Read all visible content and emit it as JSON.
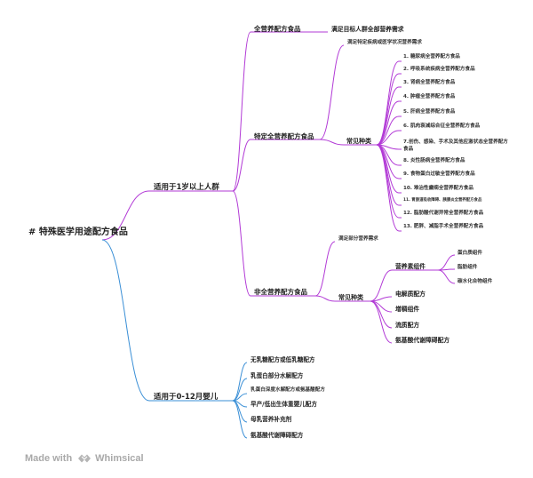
{
  "root": "# 特殊医学用途配方食品",
  "branch_over1": {
    "label": "适用于1岁以上人群",
    "full": {
      "label": "全营养配方食品",
      "desc": "满足目标人群全部营养需求"
    },
    "specific": {
      "label": "特定全营养配方食品",
      "desc": "满足特定疾病或医学状况营养需求",
      "common_label": "常见种类",
      "items": [
        "1. 糖尿病全营养配方食品",
        "2. 呼吸系统疾病全营养配方食品",
        "3. 肾病全营养配方食品",
        "4. 肿瘤全营养配方食品",
        "5. 肝病全营养配方食品",
        "6. 肌肉衰减综合征全营养配方食品",
        "7.创伤、感染、手术及其他应激状态全营养配方食品",
        "8. 炎性肠病全营养配方食品",
        "9. 食物蛋白过敏全营养配方食品",
        "10. 难治性癫痫全营养配方食品",
        "11. 胃肠道吸收障碍、胰腺炎全营养配方食品",
        "12. 脂肪酸代谢异常全营养配方食品",
        "13. 肥胖、减脂手术全营养配方食品"
      ]
    },
    "nonfull": {
      "label": "非全营养配方食品",
      "desc": "满足部分营养需求",
      "common_label": "常见种类",
      "nutrient_label": "营养素组件",
      "nutrients": [
        "蛋白质组件",
        "脂肪组件",
        "碳水化合物组件"
      ],
      "items": [
        "电解质配方",
        "增稠组件",
        "流质配方",
        "氨基酸代谢障碍配方"
      ]
    }
  },
  "branch_infant": {
    "label": "适用于0-12月婴儿",
    "items": [
      "无乳糖配方或低乳糖配方",
      "乳蛋白部分水解配方",
      "乳蛋白深度水解配方或氨基酸配方",
      "早产/低出生体重婴儿配方",
      "母乳营养补充剂",
      "氨基酸代谢障碍配方"
    ]
  },
  "footer": {
    "made_with": "Made with",
    "brand": "Whimsical"
  },
  "colors": {
    "purple": "#b23ad6",
    "blue": "#3a8fd6",
    "footer_gray": "#a9a9a9"
  }
}
